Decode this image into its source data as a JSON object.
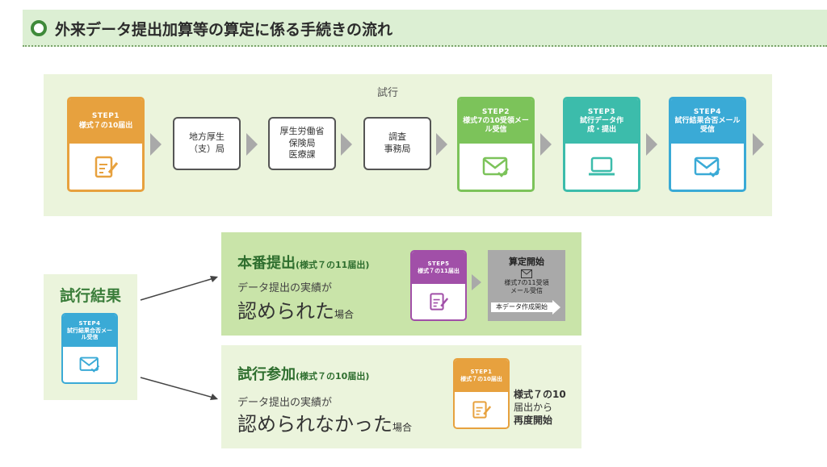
{
  "header": {
    "title": "外来データ提出加算等の算定に係る手続きの流れ"
  },
  "trial": {
    "label": "試行",
    "steps": [
      {
        "step": "STEP1",
        "label": "様式７の10届出",
        "icon": "document-edit-icon",
        "color": "#e7a13e"
      },
      {
        "step": "STEP2",
        "label": "様式7の10受領メール受信",
        "icon": "mail-check-icon",
        "color": "#7cc35a"
      },
      {
        "step": "STEP3",
        "label": "試行データ作成・提出",
        "icon": "laptop-icon",
        "color": "#3cbcab"
      },
      {
        "step": "STEP4",
        "label": "試行結果合否メール受信",
        "icon": "mail-check-icon",
        "color": "#3aaad6"
      }
    ],
    "offices": [
      {
        "line1": "地方厚生",
        "line2": "（支）局",
        "line3": ""
      },
      {
        "line1": "厚生労働省",
        "line2": "保険局",
        "line3": "医療課"
      },
      {
        "line1": "調査",
        "line2": "事務局",
        "line3": ""
      }
    ]
  },
  "result": {
    "title": "試行結果",
    "card": {
      "step": "STEP4",
      "label": "試行結果合否メール受信",
      "icon": "mail-check-icon"
    }
  },
  "production": {
    "title": "本番提出",
    "title_note": "(様式７の11届出)",
    "subtitle": "データ提出の実績が",
    "big": "認められた",
    "suffix": "場合",
    "card": {
      "step": "STEP5",
      "label": "様式７の11届出",
      "icon": "document-edit-icon",
      "color": "#a14fa8"
    },
    "calc": {
      "title": "算定開始",
      "line1": "様式7の11受領",
      "line2": "メール受信",
      "arrow": "本データ作成開始"
    }
  },
  "join": {
    "title": "試行参加",
    "title_note": "(様式７の10届出)",
    "subtitle": "データ提出の実績が",
    "big": "認められなかった",
    "suffix": "場合",
    "card": {
      "step": "STEP1",
      "label": "様式７の10届出",
      "icon": "document-edit-icon",
      "color": "#e7a13e"
    },
    "restart": {
      "line1": "様式７の10",
      "line2": "届出から",
      "line3": "再度開始"
    }
  }
}
